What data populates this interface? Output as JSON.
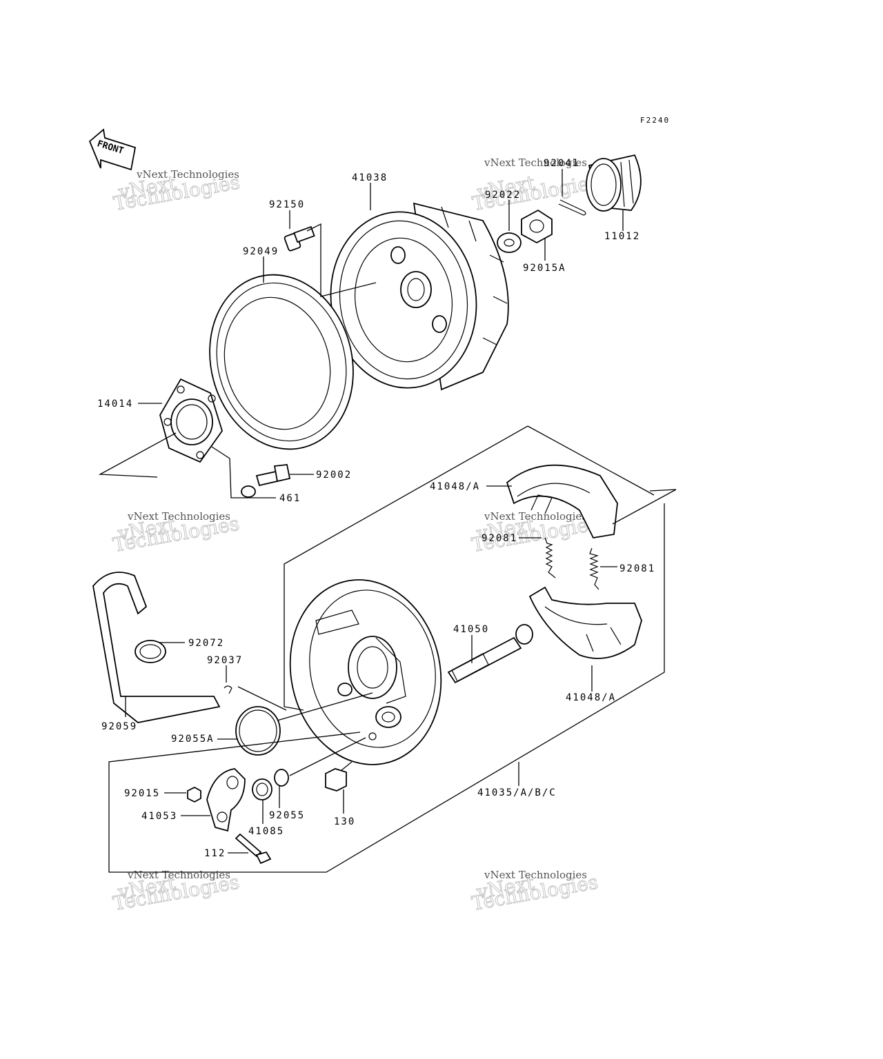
{
  "figure_code": "F2240",
  "front_arrow_label": "FRONT",
  "watermark": {
    "line1": "vNext Technologies",
    "line2": "vNext Technologies"
  },
  "parts": {
    "p41038": "41038",
    "p92150": "92150",
    "p92049": "92049",
    "p92041": "92041",
    "p92022": "92022",
    "p11012": "11012",
    "p92015A": "92015A",
    "p14014": "14014",
    "p92002": "92002",
    "p461": "461",
    "p41048A_top": "41048/A",
    "p92081_left": "92081",
    "p92081_right": "92081",
    "p41050": "41050",
    "p41048A_bottom": "41048/A",
    "p92072": "92072",
    "p92037": "92037",
    "p92059": "92059",
    "p92055A": "92055A",
    "p92015": "92015",
    "p41053": "41053",
    "p41085": "41085",
    "p92055": "92055",
    "p130": "130",
    "p112": "112",
    "p41035": "41035/A/B/C"
  }
}
